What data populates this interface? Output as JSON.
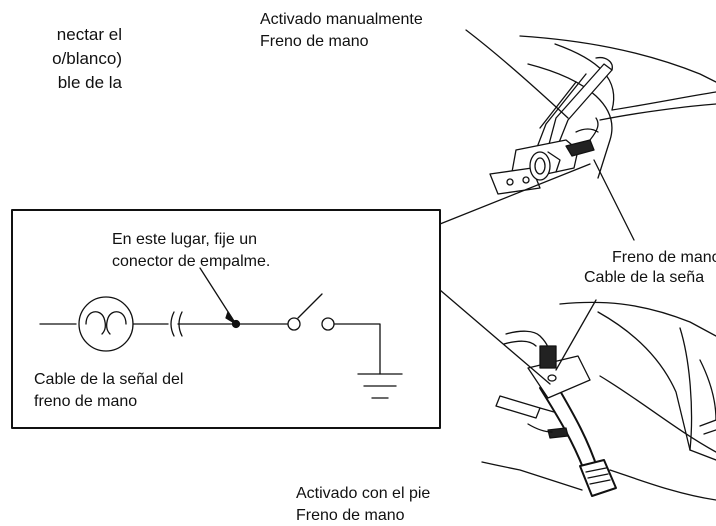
{
  "intro_text": {
    "lines": [
      "nectar el",
      "o/blanco)",
      "ble de la"
    ]
  },
  "labels": {
    "manual_brake_line1": "Activado manualmente",
    "manual_brake_line2": "Freno de mano",
    "signal_cable_right_line1": "Freno de mano",
    "signal_cable_right_line2": "Cable de la seña",
    "connector_note_line1": "En este lugar, fije un",
    "connector_note_line2": "conector de empalme.",
    "signal_cable_inset_line1": "Cable de la señal del",
    "signal_cable_inset_line2": "freno de mano",
    "foot_brake_line1": "Activado con el pie",
    "foot_brake_line2": "Freno de mano"
  }
}
